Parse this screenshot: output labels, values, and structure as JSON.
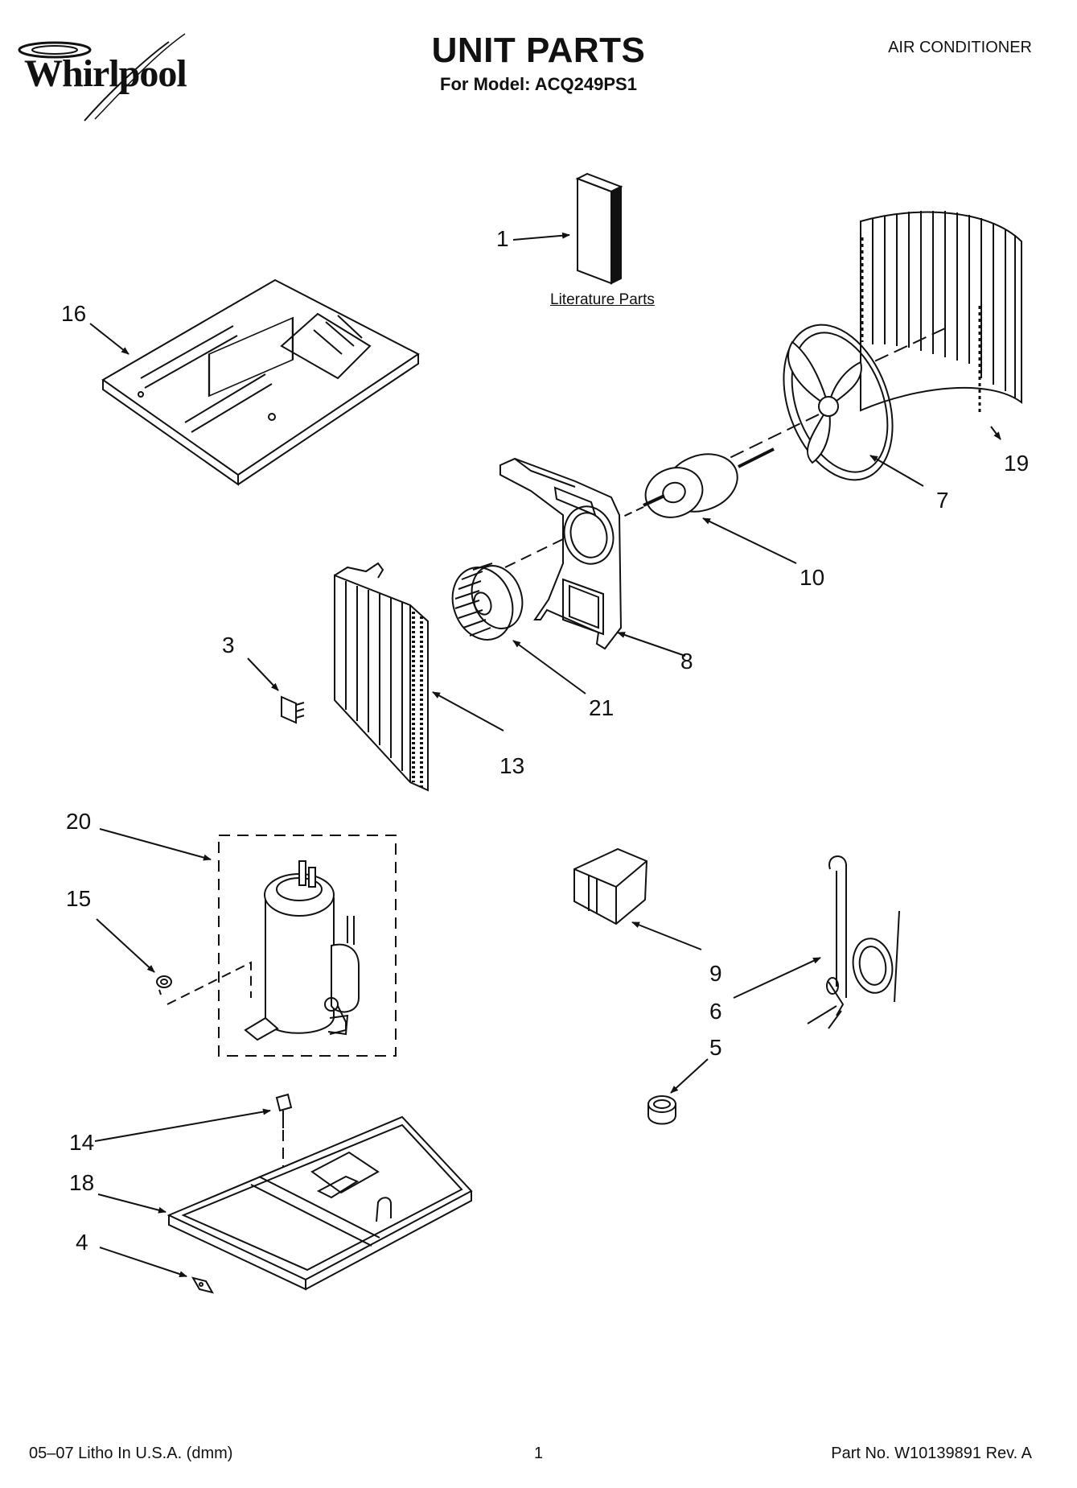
{
  "header": {
    "brand": "Whirlpool",
    "title": "UNIT PARTS",
    "model_line": "For Model: ACQ249PS1",
    "category": "AIR CONDITIONER"
  },
  "labels": {
    "literature": "Literature Parts"
  },
  "callouts": {
    "c1": "1",
    "c3": "3",
    "c4": "4",
    "c5": "5",
    "c6": "6",
    "c7": "7",
    "c8": "8",
    "c9": "9",
    "c10": "10",
    "c13": "13",
    "c14": "14",
    "c15": "15",
    "c16": "16",
    "c18": "18",
    "c19": "19",
    "c20": "20",
    "c21": "21"
  },
  "footer": {
    "litho": "05–07 Litho In U.S.A. (dmm)",
    "page": "1",
    "part_no": "Part No. W10139891 Rev. A"
  }
}
